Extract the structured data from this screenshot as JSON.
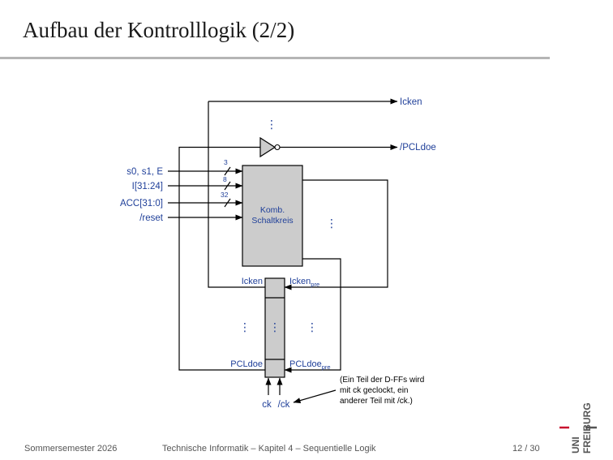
{
  "slide": {
    "title": "Aufbau der Kontrolllogik (2/2)"
  },
  "diagram": {
    "outputs": {
      "icken": "Icken",
      "pcldoe": "/PCLdoe"
    },
    "inputs": {
      "status": "s0, s1, E",
      "instr": "I[31:24]",
      "acc": "ACC[31:0]",
      "reset": "/reset"
    },
    "bus_widths": {
      "w1": "3",
      "w2": "8",
      "w3": "32"
    },
    "comb_block": {
      "line1": "Komb.",
      "line2": "Schaltkreis"
    },
    "ff_labels": {
      "icken_out": "Icken",
      "icken_pre_base": "Icken",
      "icken_pre_sub": "pre",
      "pcldoe_out": "PCLdoe",
      "pcldoe_pre_base": "PCLdoe",
      "pcldoe_pre_sub": "pre"
    },
    "clocks": {
      "ck": "ck",
      "nck": "/ck"
    },
    "note": {
      "line1": "(Ein Teil der D-FFs wird",
      "line2": "mit ck geclockt, ein",
      "line3": "anderer Teil mit /ck.)"
    },
    "ellipsis": "⋮"
  },
  "footer": {
    "semester": "Sommersemester 2026",
    "course": "Technische Informatik –  Kapitel 4 – Sequentielle Logik",
    "page": "12 / 30"
  },
  "logo": {
    "line1": "UNI",
    "line2": "FREIBURG"
  },
  "colors": {
    "label_blue": "#1f3f99",
    "block_fill": "#cccccc",
    "wire": "#000000",
    "logo_red": "#c8102e"
  }
}
